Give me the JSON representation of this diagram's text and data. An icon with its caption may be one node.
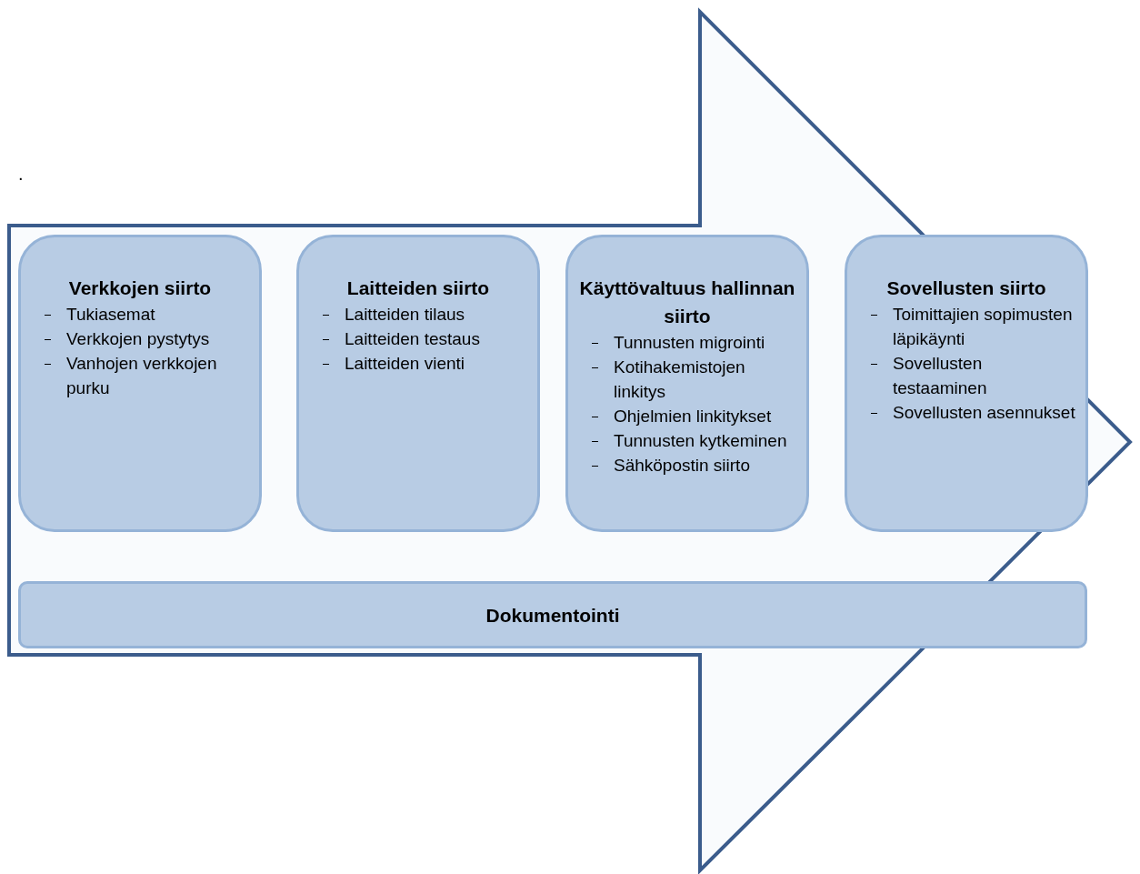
{
  "diagram": {
    "nodes": [
      {
        "text": [
          "Verkkojen siirto",
          "Tukiasemat",
          "Verkkojen pystytys",
          "Vanhojen verkkojen purku"
        ]
      },
      {
        "text": [
          "Laitteiden siirto",
          "Laitteiden tilaus",
          "Laitteiden testaus",
          "Laitteiden vienti"
        ]
      },
      {
        "text": [
          "Käyttövaltuus hallinnan siirto",
          "Tunnusten migrointi",
          "Kotihakemistojen linkitys",
          "Ohjelmien linkitykset",
          "Tunnusten kytkeminen",
          "Sähköpostin siirto"
        ]
      },
      {
        "text": [
          "Sovellusten siirto",
          "Toimittajien sopimusten läpikäynti",
          "Sovellusten testaaminen",
          "Sovellusten asennukset"
        ]
      },
      {
        "text": [
          "Dokumentointi"
        ]
      }
    ],
    "edges": [],
    "labels": [
      "."
    ]
  }
}
